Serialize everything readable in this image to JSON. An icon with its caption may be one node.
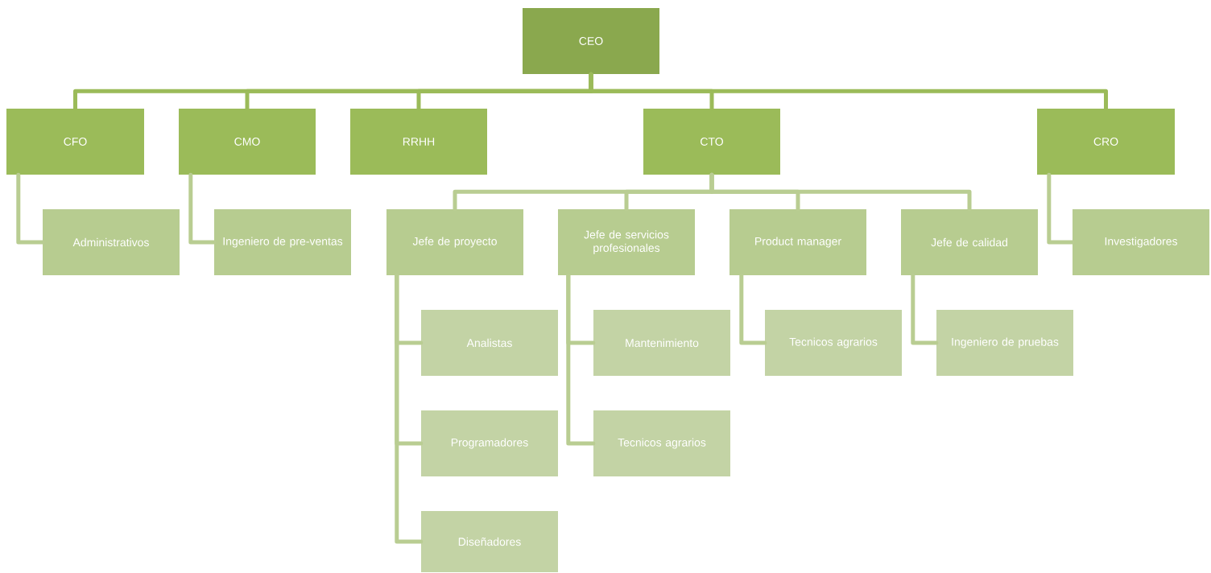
{
  "diagram": {
    "nodes": [
      {
        "text": [
          "CEO"
        ]
      },
      {
        "text": [
          "CFO"
        ]
      },
      {
        "text": [
          "CMO"
        ]
      },
      {
        "text": [
          "RRHH"
        ]
      },
      {
        "text": [
          "CTO"
        ]
      },
      {
        "text": [
          "CRO"
        ]
      },
      {
        "text": [
          "Administrativos"
        ]
      },
      {
        "text": [
          "Ingeniero de pre-ventas"
        ]
      },
      {
        "text": [
          "Jefe de proyecto"
        ]
      },
      {
        "text": [
          "Jefe de servicios profesionales"
        ]
      },
      {
        "text": [
          "Product manager"
        ]
      },
      {
        "text": [
          "Jefe de calidad"
        ]
      },
      {
        "text": [
          "Investigadores"
        ]
      },
      {
        "text": [
          "Analistas"
        ]
      },
      {
        "text": [
          "Programadores"
        ]
      },
      {
        "text": [
          "Diseñadores"
        ]
      },
      {
        "text": [
          "Mantenimiento"
        ]
      },
      {
        "text": [
          "Tecnicos agrarios"
        ]
      },
      {
        "text": [
          "Tecnicos agrarios"
        ]
      },
      {
        "text": [
          "Ingeniero de pruebas"
        ]
      }
    ],
    "edges": [
      {
        "from": 0,
        "to": 1,
        "arrow": "none",
        "color": "#9bbb59"
      },
      {
        "from": 0,
        "to": 2,
        "arrow": "none",
        "color": "#9bbb59"
      },
      {
        "from": 0,
        "to": 3,
        "arrow": "none",
        "color": "#9bbb59"
      },
      {
        "from": 0,
        "to": 4,
        "arrow": "none",
        "color": "#9bbb59"
      },
      {
        "from": 0,
        "to": 5,
        "arrow": "none",
        "color": "#9bbb59"
      },
      {
        "from": 1,
        "to": 6,
        "arrow": "none"
      },
      {
        "from": 2,
        "to": 7,
        "arrow": "none"
      },
      {
        "from": 4,
        "to": 8,
        "arrow": "none"
      },
      {
        "from": 4,
        "to": 9,
        "arrow": "none"
      },
      {
        "from": 4,
        "to": 10,
        "arrow": "none"
      },
      {
        "from": 4,
        "to": 11,
        "arrow": "none"
      },
      {
        "from": 5,
        "to": 12,
        "arrow": "none"
      },
      {
        "from": 8,
        "to": 13,
        "arrow": "none"
      },
      {
        "from": 8,
        "to": 14,
        "arrow": "none"
      },
      {
        "from": 8,
        "to": 15,
        "arrow": "none"
      },
      {
        "from": 9,
        "to": 16,
        "arrow": "none"
      },
      {
        "from": 9,
        "to": 17,
        "arrow": "none"
      },
      {
        "from": 10,
        "to": 18,
        "arrow": "none"
      },
      {
        "from": 11,
        "to": 19,
        "arrow": "none"
      }
    ]
  }
}
